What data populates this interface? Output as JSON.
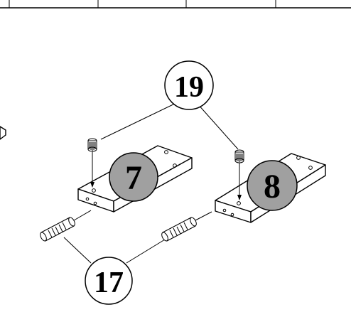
{
  "callouts": {
    "cam_bolt": {
      "label": "19"
    },
    "dowel": {
      "label": "17"
    }
  },
  "parts": {
    "left_plate": {
      "label": "7"
    },
    "right_plate": {
      "label": "8"
    }
  },
  "colors": {
    "line": "#000000",
    "part_badge_fill": "#a0a0a0",
    "background": "#ffffff"
  }
}
